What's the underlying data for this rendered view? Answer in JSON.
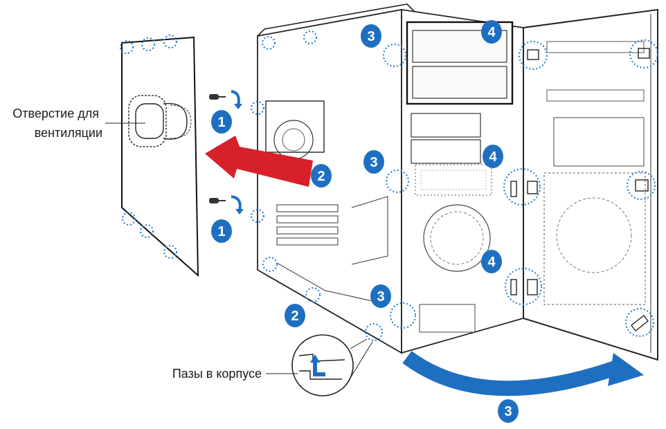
{
  "labels": {
    "vent_hole": [
      "Отверстие для",
      "вентиляции"
    ],
    "case_slots": "Пазы в корпусе"
  },
  "steps": {
    "s1": "1",
    "s2": "2",
    "s3": "3",
    "s4": "4"
  },
  "colors": {
    "badge_blue": "#1f6fc1",
    "arrow_red": "#d8202a",
    "arrow_blue": "#1f6fc1",
    "dotted_circle": "#2a7fd4"
  },
  "icons": {
    "screw": "screw-icon",
    "rotate": "rotate-arrow-icon"
  }
}
